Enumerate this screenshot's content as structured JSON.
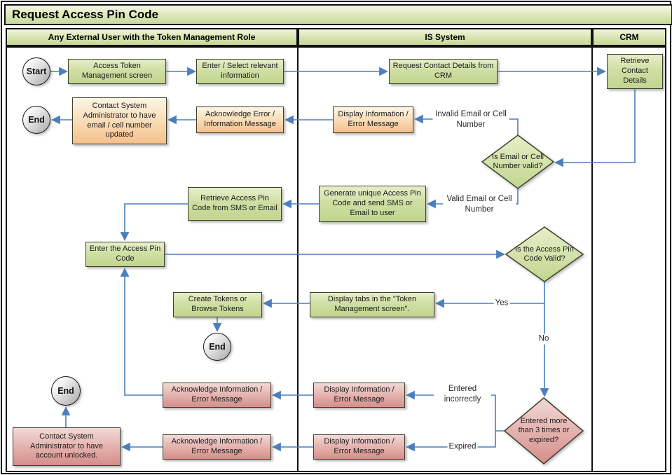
{
  "title": "Request Access Pin Code",
  "lanes": {
    "user": "Any External User with the Token Management Role",
    "is_system": "IS System",
    "crm": "CRM"
  },
  "nodes": {
    "start": "Start",
    "access_token": "Access Token Management screen",
    "enter_select": "Enter / Select relevant information",
    "request_contact": "Request Contact Details from CRM",
    "retrieve_contact": "Retrieve Contact Details",
    "end_email": "End",
    "contact_admin_email": "Contact System Administrator to have email / cell number updated",
    "ack_error": "Acknowledge Error / Information Message",
    "display_error": "Display Information / Error Message",
    "decision_email": "Is Email or Cell Number valid?",
    "retrieve_pin": "Retrieve Access Pin Code from SMS or Email",
    "generate_pin": "Generate unique Access Pin Code and send SMS or Email to user",
    "enter_pin": "Enter the Access Pin Code",
    "decision_pin": "Is the Access Pin Code Valid?",
    "create_tokens": "Create Tokens or Browse Tokens",
    "display_tabs": "Display tabs in the \"Token Management screen\".",
    "end_tokens": "End",
    "ack_info_incorrect": "Acknowledge Information / Error Message",
    "display_info_incorrect": "Display Information / Error Message",
    "decision_attempts": "Entered more than 3 times or expired?",
    "end_locked": "End",
    "contact_admin_unlock": "Contact System Administrator to have account unlocked.",
    "ack_info_expired": "Acknowledge Information / Error Message",
    "display_info_expired": "Display Information / Error Message"
  },
  "edge_labels": {
    "invalid": "Invalid Email or Cell Number",
    "valid": "Valid Email or Cell Number",
    "yes": "Yes",
    "no": "No",
    "entered_incorrectly": "Entered incorrectly",
    "expired": "Expired"
  },
  "colors": {
    "connector_blue": "#4a7ebd",
    "process_green": "#c8db9b",
    "warning_orange": "#f6c28e",
    "error_pink": "#d98f8b",
    "header_green": "#cfe0a4",
    "border_dark": "#3f3f2c"
  }
}
